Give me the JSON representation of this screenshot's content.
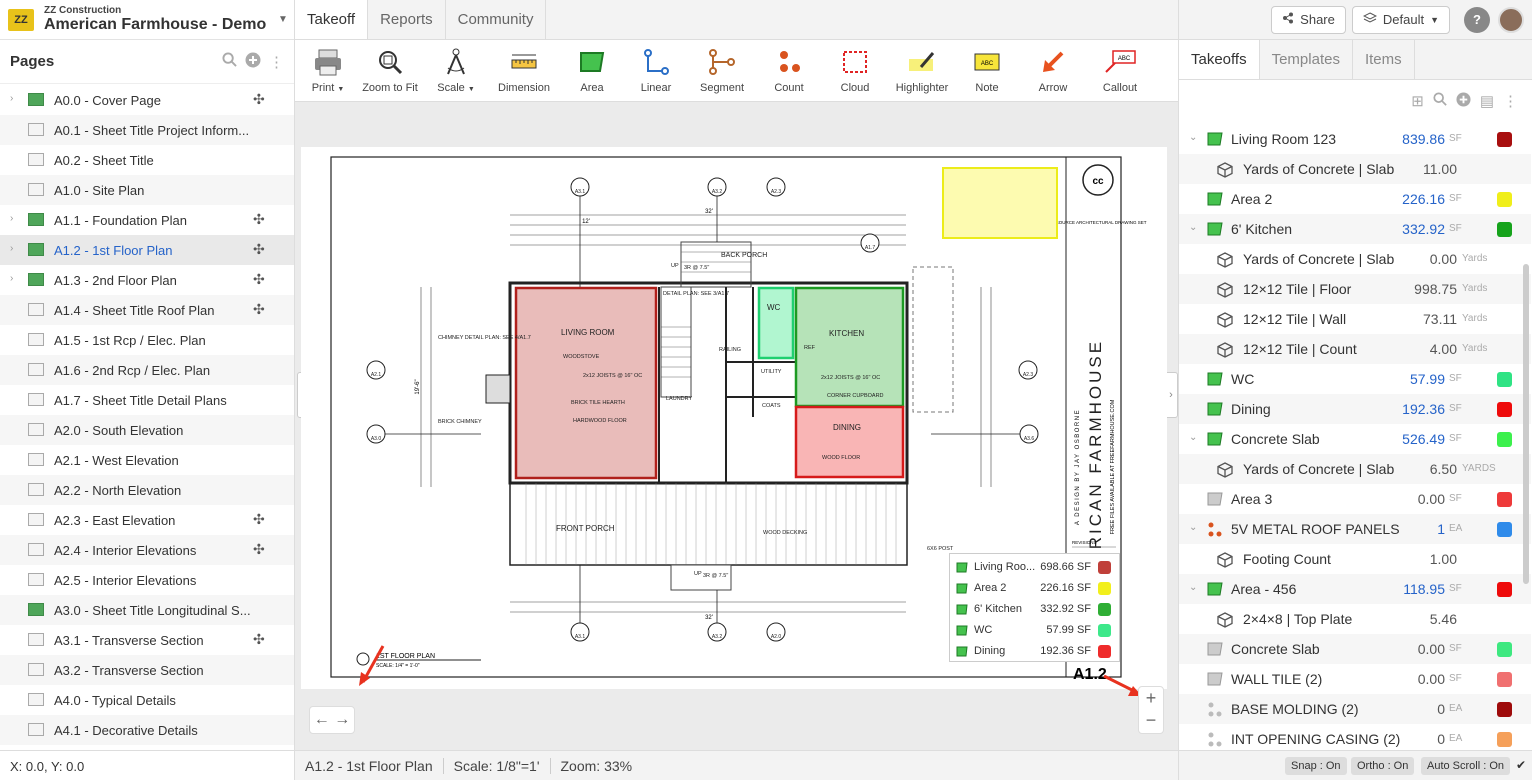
{
  "project": {
    "company": "ZZ Construction",
    "name": "American Farmhouse - Demo",
    "logo": "ZZ"
  },
  "pages_panel": {
    "title": "Pages",
    "items": [
      {
        "label": "A0.0 - Cover Page",
        "green": true,
        "expand": true,
        "move": true
      },
      {
        "label": "A0.1 - Sheet Title Project Inform...",
        "green": false,
        "expand": false,
        "move": false
      },
      {
        "label": "A0.2 - Sheet Title",
        "green": false,
        "expand": false,
        "move": false
      },
      {
        "label": "A1.0 - Site Plan",
        "green": false,
        "expand": false,
        "move": false
      },
      {
        "label": "A1.1 - Foundation Plan",
        "green": true,
        "expand": true,
        "move": true
      },
      {
        "label": "A1.2 - 1st Floor Plan",
        "green": true,
        "expand": true,
        "move": true,
        "selected": true
      },
      {
        "label": "A1.3 - 2nd Floor Plan",
        "green": true,
        "expand": true,
        "move": true
      },
      {
        "label": "A1.4 - Sheet Title Roof Plan",
        "green": false,
        "expand": false,
        "move": true
      },
      {
        "label": "A1.5 - 1st Rcp / Elec. Plan",
        "green": false,
        "expand": false,
        "move": false
      },
      {
        "label": "A1.6 - 2nd Rcp / Elec. Plan",
        "green": false,
        "expand": false,
        "move": false
      },
      {
        "label": "A1.7 - Sheet Title Detail Plans",
        "green": false,
        "expand": false,
        "move": false
      },
      {
        "label": "A2.0 - South Elevation",
        "green": false,
        "expand": false,
        "move": false
      },
      {
        "label": "A2.1 - West Elevation",
        "green": false,
        "expand": false,
        "move": false
      },
      {
        "label": "A2.2 - North Elevation",
        "green": false,
        "expand": false,
        "move": false
      },
      {
        "label": "A2.3 - East Elevation",
        "green": false,
        "expand": false,
        "move": true
      },
      {
        "label": "A2.4 - Interior Elevations",
        "green": false,
        "expand": false,
        "move": true
      },
      {
        "label": "A2.5 - Interior Elevations",
        "green": false,
        "expand": false,
        "move": false
      },
      {
        "label": "A3.0 - Sheet Title Longitudinal S...",
        "green": true,
        "expand": false,
        "move": false
      },
      {
        "label": "A3.1 - Transverse Section",
        "green": false,
        "expand": false,
        "move": true
      },
      {
        "label": "A3.2 - Transverse Section",
        "green": false,
        "expand": false,
        "move": false
      },
      {
        "label": "A4.0 - Typical Details",
        "green": false,
        "expand": false,
        "move": false
      },
      {
        "label": "A4.1 - Decorative Details",
        "green": false,
        "expand": false,
        "move": false
      }
    ]
  },
  "coords": "X: 0.0, Y: 0.0",
  "tabs": [
    "Takeoff",
    "Reports",
    "Community"
  ],
  "tools": [
    {
      "label": "Print",
      "dropdown": true,
      "icon": "printer-icon"
    },
    {
      "label": "Zoom to Fit",
      "icon": "zoom-fit-icon"
    },
    {
      "label": "Scale",
      "dropdown": true,
      "icon": "compass-icon"
    },
    {
      "label": "Dimension",
      "icon": "ruler-icon"
    },
    {
      "label": "Area",
      "icon": "area-icon"
    },
    {
      "label": "Linear",
      "icon": "linear-icon"
    },
    {
      "label": "Segment",
      "icon": "segment-icon"
    },
    {
      "label": "Count",
      "icon": "count-icon"
    },
    {
      "label": "Cloud",
      "icon": "cloud-icon"
    },
    {
      "label": "Highlighter",
      "icon": "highlighter-icon"
    },
    {
      "label": "Note",
      "icon": "note-icon"
    },
    {
      "label": "Arrow",
      "icon": "arrow-icon"
    },
    {
      "label": "Callout",
      "icon": "callout-icon"
    }
  ],
  "drawing": {
    "sheet_number": "A1.2",
    "plan_title": "1ST FLOOR PLAN",
    "plan_scale": "SCALE: 1/4\" = 1'-0\"",
    "title_block": "AMERICAN FARMHOUSE",
    "title_sub": "FREE FILES AVAILABLE AT FREEFARMHOUSE.COM",
    "designer": "A DESIGN BY JAY OSBORNE",
    "open_source": "OPEN-SOURCE ARCHITECTURAL DRAWING SET",
    "revisions": "REVISIONS",
    "rooms": {
      "living": "LIVING ROOM",
      "kitchen": "KITCHEN",
      "dining": "DINING",
      "wc": "WC",
      "porch": "FRONT PORCH",
      "back_porch": "BACK PORCH",
      "laundry": "LAUNDRY",
      "utility": "UTILITY",
      "coats": "COATS",
      "railing": "RAILING",
      "ref": "REF"
    },
    "notes": {
      "woodstove": "WOODSTOVE",
      "joists": "2x12 JOISTS @ 16\" OC",
      "hearth": "BRICK TILE HEARTH",
      "hardwood": "HARDWOOD FLOOR",
      "wood_floor": "WOOD FLOOR",
      "decking": "WOOD DECKING",
      "post": "6X6 POST",
      "chimney_detail": "CHIMNEY DETAIL PLAN: SEE 4/A1.7",
      "detail_plan": "DETAIL PLAN: SEE 3/A1.7",
      "brick_chimney": "BRICK CHIMNEY",
      "corner": "CORNER CUPBOARD",
      "up1": "UP",
      "up2": "UP",
      "r1": "3R @ 7.5\"",
      "r2": "3R @ 7.5\""
    },
    "dims": {
      "d32": "32'",
      "d12": "12'",
      "d19": "19'-6\""
    },
    "bubbles": {
      "b1": "A3.1",
      "b2": "A3.2",
      "b3": "A2.3",
      "b4": "A2.1",
      "b5": "A2.3",
      "b6": "A3.0",
      "b7": "A3.6",
      "b8": "A3.1",
      "b9": "A3.2",
      "b10": "A2.0",
      "b11": "A1.7"
    },
    "legend": [
      {
        "name": "Living Roo...",
        "value": "698.66 SF",
        "color": "#c0403a"
      },
      {
        "name": "Area 2",
        "value": "226.16 SF",
        "color": "#f2ef1c"
      },
      {
        "name": "6' Kitchen",
        "value": "332.92 SF",
        "color": "#2fae35"
      },
      {
        "name": "WC",
        "value": "57.99 SF",
        "color": "#3de88a"
      },
      {
        "name": "Dining",
        "value": "192.36 SF",
        "color": "#ef2b2b"
      }
    ]
  },
  "status": {
    "page": "A1.2 - 1st Floor Plan",
    "scale": "Scale: 1/8\"=1'",
    "zoom": "Zoom: 33%"
  },
  "topbar": {
    "share": "Share",
    "default": "Default"
  },
  "right_tabs": [
    "Takeoffs",
    "Templates",
    "Items"
  ],
  "takeoffs": [
    {
      "level": 0,
      "type": "area",
      "name": "Living Room 123",
      "value": "839.86",
      "unit": "SF",
      "color": "#a80f0f",
      "expand": true
    },
    {
      "level": 1,
      "type": "cube",
      "name": "Yards of Concrete | Slab",
      "value": "11.00",
      "unit": "",
      "color": ""
    },
    {
      "level": 0,
      "type": "area",
      "name": "Area 2",
      "value": "226.16",
      "unit": "SF",
      "color": "#f0ee1a",
      "expand": false
    },
    {
      "level": 0,
      "type": "area",
      "name": "6' Kitchen",
      "value": "332.92",
      "unit": "SF",
      "color": "#16a31c",
      "expand": true
    },
    {
      "level": 1,
      "type": "cube",
      "name": "Yards of Concrete | Slab",
      "value": "0.00",
      "unit": "Yards",
      "color": ""
    },
    {
      "level": 1,
      "type": "cube",
      "name": "12×12 Tile | Floor",
      "value": "998.75",
      "unit": "Yards",
      "color": ""
    },
    {
      "level": 1,
      "type": "cube",
      "name": "12×12 Tile | Wall",
      "value": "73.11",
      "unit": "Yards",
      "color": ""
    },
    {
      "level": 1,
      "type": "cube",
      "name": "12×12 Tile | Count",
      "value": "4.00",
      "unit": "Yards",
      "color": ""
    },
    {
      "level": 0,
      "type": "area",
      "name": "WC",
      "value": "57.99",
      "unit": "SF",
      "color": "#2fe384",
      "expand": false
    },
    {
      "level": 0,
      "type": "area",
      "name": "Dining",
      "value": "192.36",
      "unit": "SF",
      "color": "#ee0b0b",
      "expand": false
    },
    {
      "level": 0,
      "type": "area",
      "name": "Concrete Slab",
      "value": "526.49",
      "unit": "SF",
      "color": "#3cf04d",
      "expand": true
    },
    {
      "level": 1,
      "type": "cube",
      "name": "Yards of Concrete | Slab",
      "value": "6.50",
      "unit": "YARDS",
      "color": ""
    },
    {
      "level": 0,
      "type": "areagray",
      "name": "Area 3",
      "value": "0.00",
      "unit": "SF",
      "color": "#ee3a3a",
      "expand": false
    },
    {
      "level": 0,
      "type": "count",
      "name": "5V METAL ROOF PANELS",
      "value": "1",
      "unit": "EA",
      "color": "#2f8bea",
      "expand": true
    },
    {
      "level": 1,
      "type": "cube",
      "name": "Footing Count",
      "value": "1.00",
      "unit": "",
      "color": ""
    },
    {
      "level": 0,
      "type": "area",
      "name": "Area - 456",
      "value": "118.95",
      "unit": "SF",
      "color": "#ee0b0b",
      "expand": true
    },
    {
      "level": 1,
      "type": "cube",
      "name": "2×4×8 | Top Plate",
      "value": "5.46",
      "unit": "",
      "color": ""
    },
    {
      "level": 0,
      "type": "areagray",
      "name": "Concrete Slab",
      "value": "0.00",
      "unit": "SF",
      "color": "#3ee880",
      "expand": false
    },
    {
      "level": 0,
      "type": "areagray",
      "name": "WALL TILE (2)",
      "value": "0.00",
      "unit": "SF",
      "color": "#f07070",
      "expand": false
    },
    {
      "level": 0,
      "type": "countgray",
      "name": "BASE MOLDING (2)",
      "value": "0",
      "unit": "EA",
      "color": "#9e0b0b",
      "expand": false
    },
    {
      "level": 0,
      "type": "countgray",
      "name": "INT OPENING CASING (2)",
      "value": "0",
      "unit": "EA",
      "color": "#f5a05a",
      "expand": false
    }
  ],
  "footer_pills": [
    "Snap : On",
    "Ortho : On",
    "Auto Scroll : On"
  ]
}
